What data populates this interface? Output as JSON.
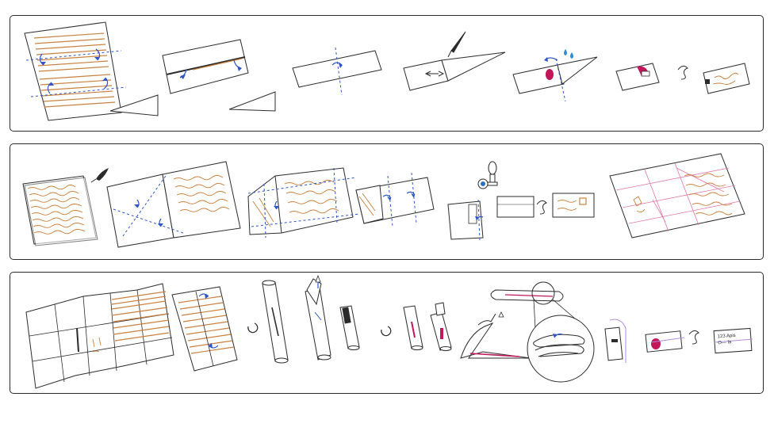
{
  "rows": [
    {
      "id": "row1",
      "steps": 7
    },
    {
      "id": "row2",
      "steps": 6
    },
    {
      "id": "row3",
      "steps": 9
    }
  ],
  "colors": {
    "outline": "#2b2b2b",
    "fold_line": "#2f55c7",
    "handwriting": "#c98140",
    "wax_seal": "#c2185b",
    "water_drop": "#2f8fd6",
    "guide_lines": "#e07aa8",
    "background": "#ffffff"
  },
  "icons": [
    "feather-quill-icon",
    "water-drop-icon",
    "wax-seal-icon",
    "seal-stamp-icon",
    "rotate-arrow-icon",
    "flip-arrow-icon",
    "magnifier-icon"
  ],
  "annotations": {
    "address_note": "123 Apis\nO— la"
  }
}
